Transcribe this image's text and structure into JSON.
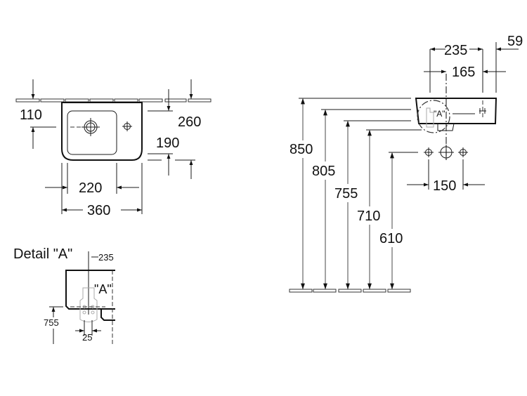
{
  "drawing": {
    "top_view": {
      "dims": {
        "d110": "110",
        "d260": "260",
        "d190": "190",
        "d220": "220",
        "d360": "360"
      }
    },
    "side_view": {
      "dims": {
        "d235": "235",
        "d59": "59",
        "d165": "165",
        "d150": "150",
        "h850": "850",
        "h805": "805",
        "h755": "755",
        "h710": "710",
        "h610": "610"
      },
      "marker": "\"A\""
    },
    "detail": {
      "title": "Detail \"A\"",
      "marker": "\"A\"",
      "dims": {
        "d235": "235",
        "h755": "755",
        "d25": "25"
      }
    }
  }
}
